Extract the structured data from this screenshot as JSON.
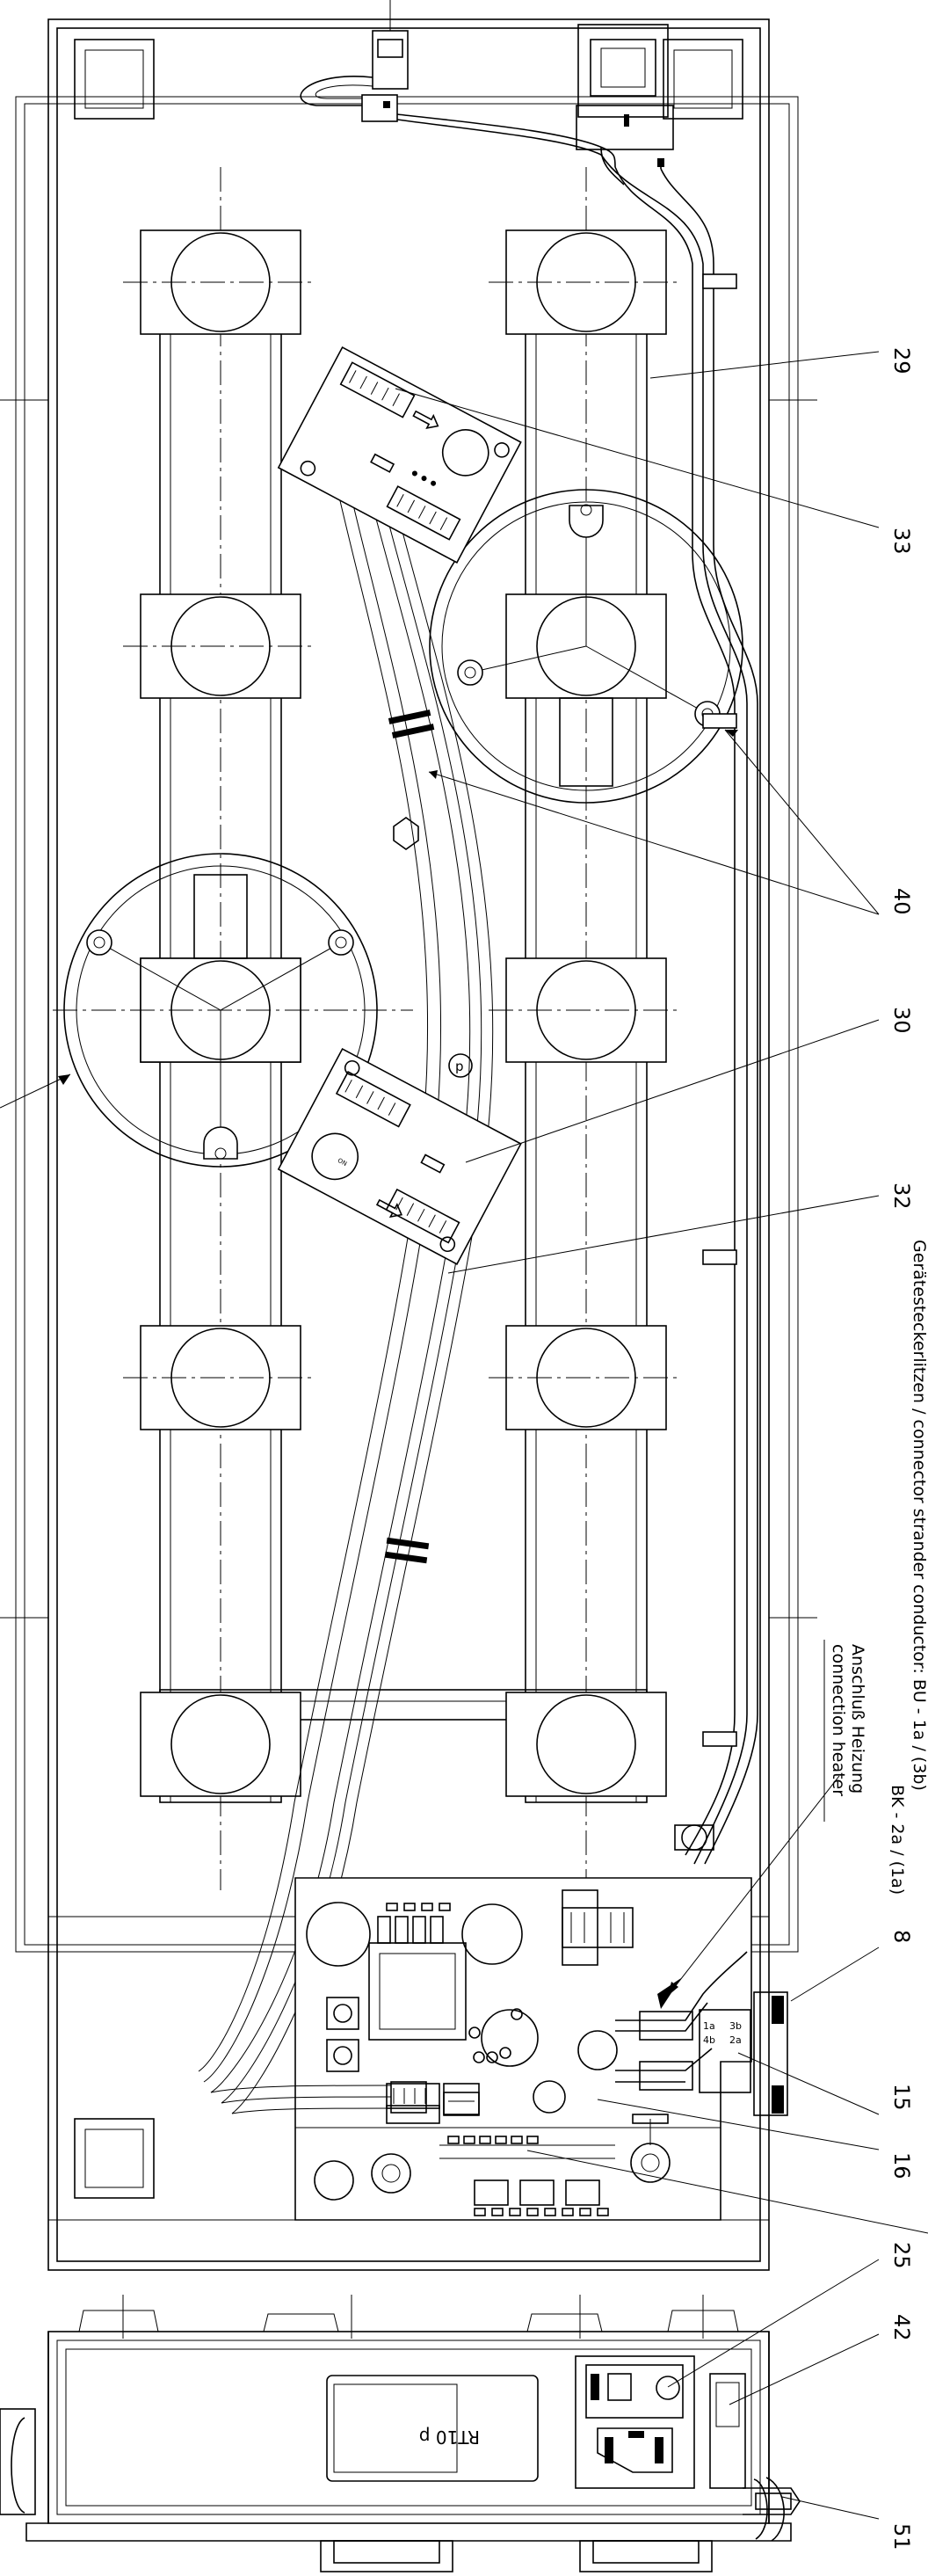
{
  "callouts": {
    "c29": "29",
    "c33": "33",
    "c40": "40",
    "c30": "30",
    "c32": "32",
    "c8": "8",
    "c15": "15",
    "c16": "16",
    "c25": "25",
    "c42": "42",
    "c51": "51"
  },
  "notes": {
    "connector_line1": "Gerätesteckerlitzen / connector strander conductor:   BU - 1a / (3b)",
    "connector_line2": "BK - 2a / (1a)",
    "heater_line1": "Anschluß Heizung",
    "heater_line2": "connection heater"
  },
  "labels": {
    "rating_plate": "RT10 p",
    "marker_p": "p",
    "terminal_1a": "1a",
    "terminal_3b": "3b",
    "terminal_4b": "4b",
    "terminal_2a": "2a"
  }
}
